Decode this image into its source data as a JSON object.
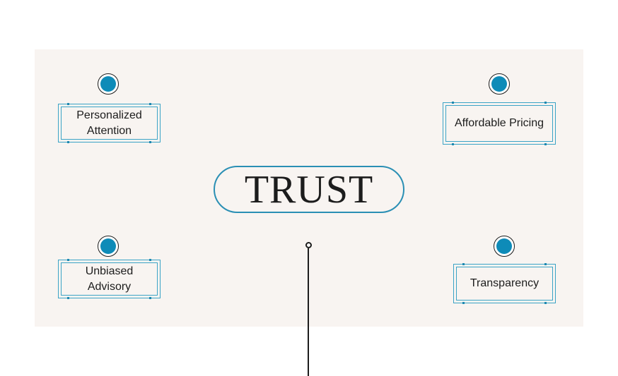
{
  "center": {
    "label": "TRUST"
  },
  "nodes": {
    "personalized": {
      "label": "Personalized Attention"
    },
    "pricing": {
      "label": "Affordable Pricing"
    },
    "advisory": {
      "label": "Unbiased Advisory"
    },
    "transparency": {
      "label": "Transparency"
    }
  },
  "colors": {
    "accent": "#0e8bb8",
    "outline": "#3aa3c6",
    "background": "#f8f4f1"
  }
}
